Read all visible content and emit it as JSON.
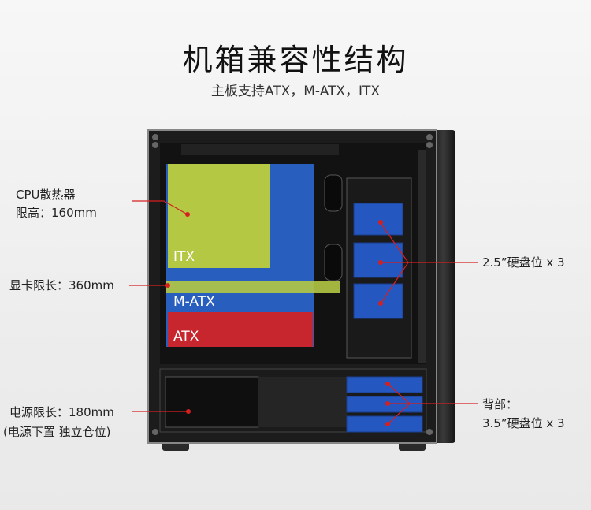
{
  "header": {
    "title": "机箱兼容性结构",
    "subtitle": "主板支持ATX，M-ATX，ITX"
  },
  "callouts": {
    "cpu_line1": "CPU散热器",
    "cpu_line2": "限高：160mm",
    "gpu": "显卡限长：360mm",
    "psu_line1": "电源限长：180mm",
    "psu_line2": "(电源下置  独立仓位)",
    "ssd": "2.5”硬盘位 x 3",
    "hdd_line1": "背部：",
    "hdd_line2": "3.5”硬盘位 x 3"
  },
  "zones": {
    "itx": "ITX",
    "matx": "M-ATX",
    "atx": "ATX"
  },
  "colors": {
    "itx": "#b4c844",
    "matx": "#2a63c8",
    "atx": "#c8262e",
    "leader": "#d62020",
    "bay": "#2457c0"
  }
}
